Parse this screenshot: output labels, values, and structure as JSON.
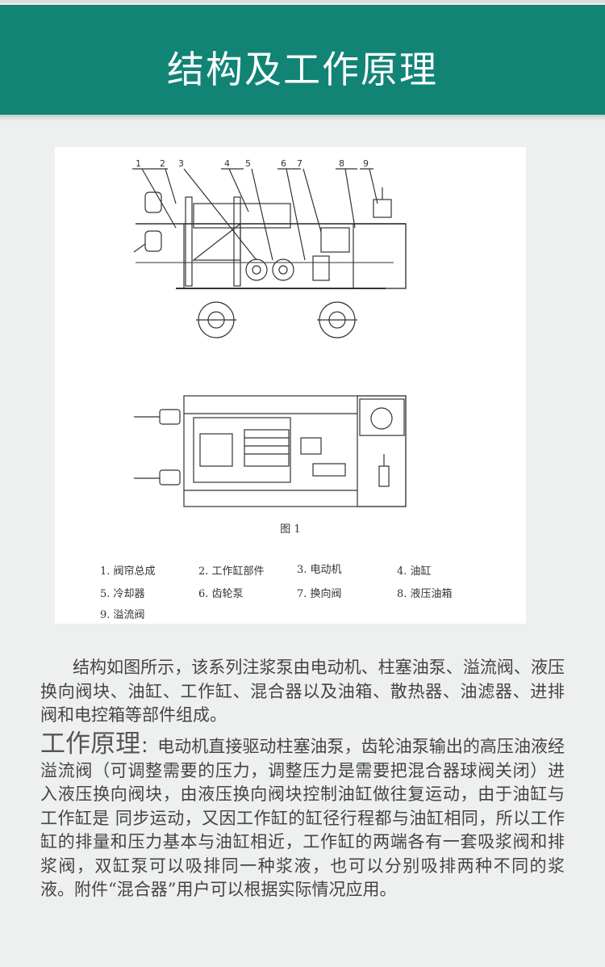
{
  "header": {
    "title": "结构及工作原理"
  },
  "figure": {
    "caption": "图 1",
    "callouts": [
      "1",
      "2",
      "3",
      "4",
      "5",
      "6",
      "7",
      "8",
      "9"
    ],
    "legend": [
      "1. 阀帘总成",
      "2. 工作缸部件",
      "3. 电动机",
      "4. 油缸",
      "5. 冷却器",
      "6. 齿轮泵",
      "7. 换向阀",
      "8. 液压油箱",
      "9. 溢流阀"
    ]
  },
  "paragraphs": {
    "structure": "结构如图所示，该系列注浆泵由电动机、柱塞油泵、溢流阀、液压换向阀块、油缸、工作缸、混合器以及油箱、散热器、油滤器、进排阀和电控箱等部件组成。",
    "principle_lead": "工作原理",
    "principle_colon": "：",
    "principle_body": "电动机直接驱动柱塞油泵，齿轮油泵输出的高压油液经溢流阀（可调整需要的压力，调整压力是需要把混合器球阀关闭）进入液压换向阀块，由液压换向阀块控制油缸做往复运动，由于油缸与工作缸是 同步运动，又因工作缸的缸径行程都与油缸相同，所以工作缸的排量和压力基本与油缸相近，工作缸的两端各有一套吸浆阀和排浆阀，双缸泵可以吸排同一种浆液，也可以分别吸排两种不同的浆液。附件“混合器”用户可以根据实际情况应用。"
  }
}
